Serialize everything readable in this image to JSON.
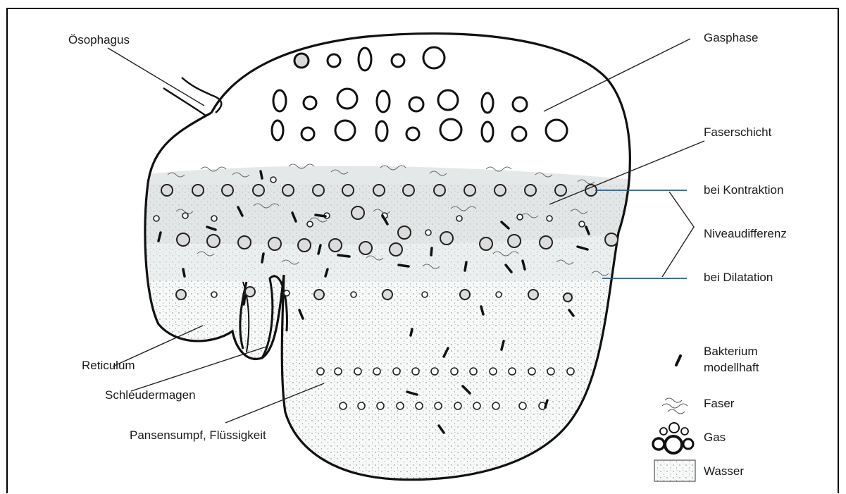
{
  "labels": {
    "oesophagus": "Ösophagus",
    "gasphase": "Gasphase",
    "faserschicht": "Faserschicht",
    "bei_kontraktion": "bei Kontraktion",
    "niveaudifferenz": "Niveaudifferenz",
    "bei_dilatation": "bei Dilatation",
    "reticulum": "Reticulum",
    "schleudermagen": "Schleudermagen",
    "pansensumpf": "Pansensumpf, Flüssigkeit"
  },
  "legend": {
    "bakterium_line1": "Bakterium",
    "bakterium_line2": "modellhaft",
    "faser": "Faser",
    "gas": "Gas",
    "wasser": "Wasser"
  },
  "colors": {
    "ink": "#1a1a1a",
    "gas_fill": "#d9d9d9",
    "water_fill": "#eef2f2",
    "fiber_shade": "#cfd4d4",
    "kontraktion_line": "#2a5a8a"
  }
}
